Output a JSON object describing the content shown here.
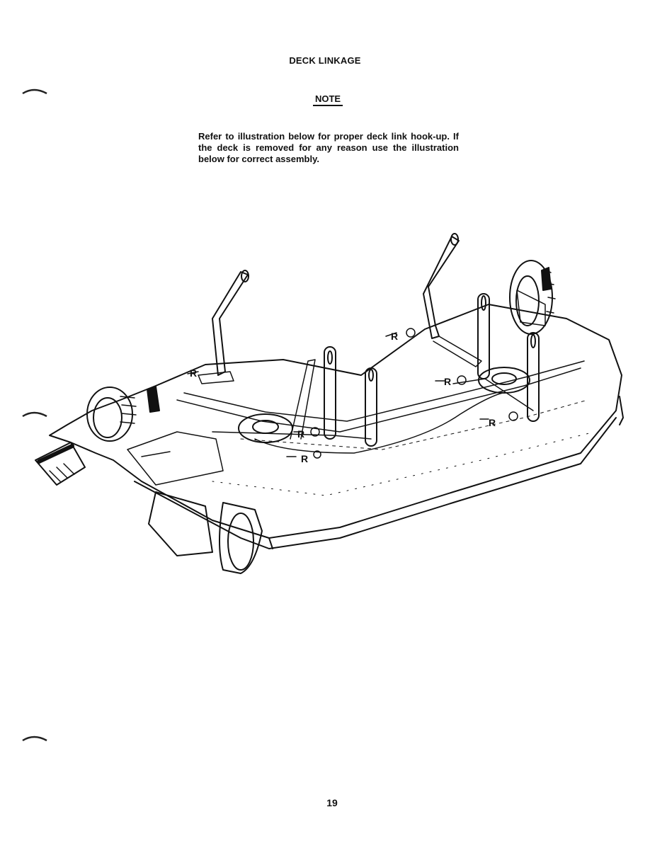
{
  "page": {
    "title": "DECK LINKAGE",
    "note_heading": "NOTE",
    "note_text": "Refer to illustration below for proper deck link hook-up. If the deck is removed for any reason use the illustration below for correct assembly.",
    "page_number": "19"
  },
  "illustration": {
    "callout_label": "R"
  }
}
